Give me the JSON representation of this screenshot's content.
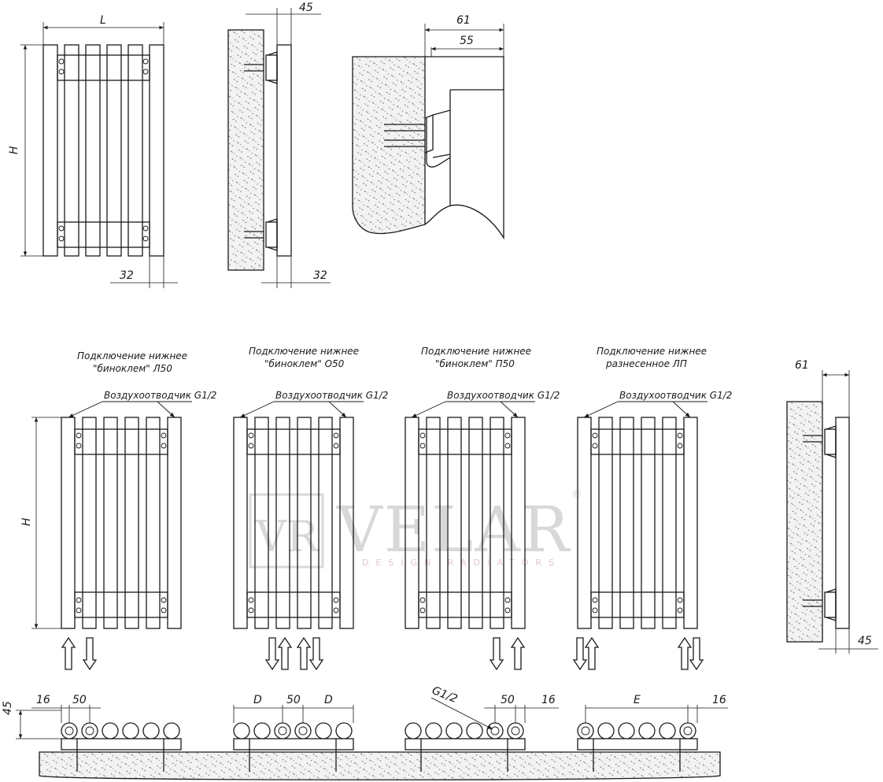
{
  "top": {
    "dim_L": "L",
    "dim_H": "H",
    "dim_32_left": "32",
    "dim_45": "45",
    "dim_32_right": "32",
    "dim_61": "61",
    "dim_55": "55"
  },
  "variants": [
    {
      "line1": "Подключение нижнее",
      "line2": "\"биноклем\" Л50",
      "vent": "Воздухоотводчик G1/2"
    },
    {
      "line1": "Подключение нижнее",
      "line2": "\"биноклем\" О50",
      "vent": "Воздухоотводчик G1/2"
    },
    {
      "line1": "Подключение нижнее",
      "line2": "\"биноклем\" П50",
      "vent": "Воздухоотводчик G1/2"
    },
    {
      "line1": "Подключение нижнее",
      "line2": "разнесенное ЛП",
      "vent": "Воздухоотводчик G1/2"
    }
  ],
  "middle": {
    "dim_H": "H",
    "side_61": "61",
    "side_45": "45"
  },
  "bottom": {
    "a_45": "45",
    "a_16": "16",
    "a_50": "50",
    "b_D1": "D",
    "b_50": "50",
    "b_D2": "D",
    "c_G": "G1/2",
    "c_50": "50",
    "c_16": "16",
    "d_E": "E",
    "d_16": "16"
  },
  "watermark": {
    "brand": "VELAR",
    "mark": "VR",
    "registered": "®",
    "tagline": "DESIGN RADIATORS"
  }
}
